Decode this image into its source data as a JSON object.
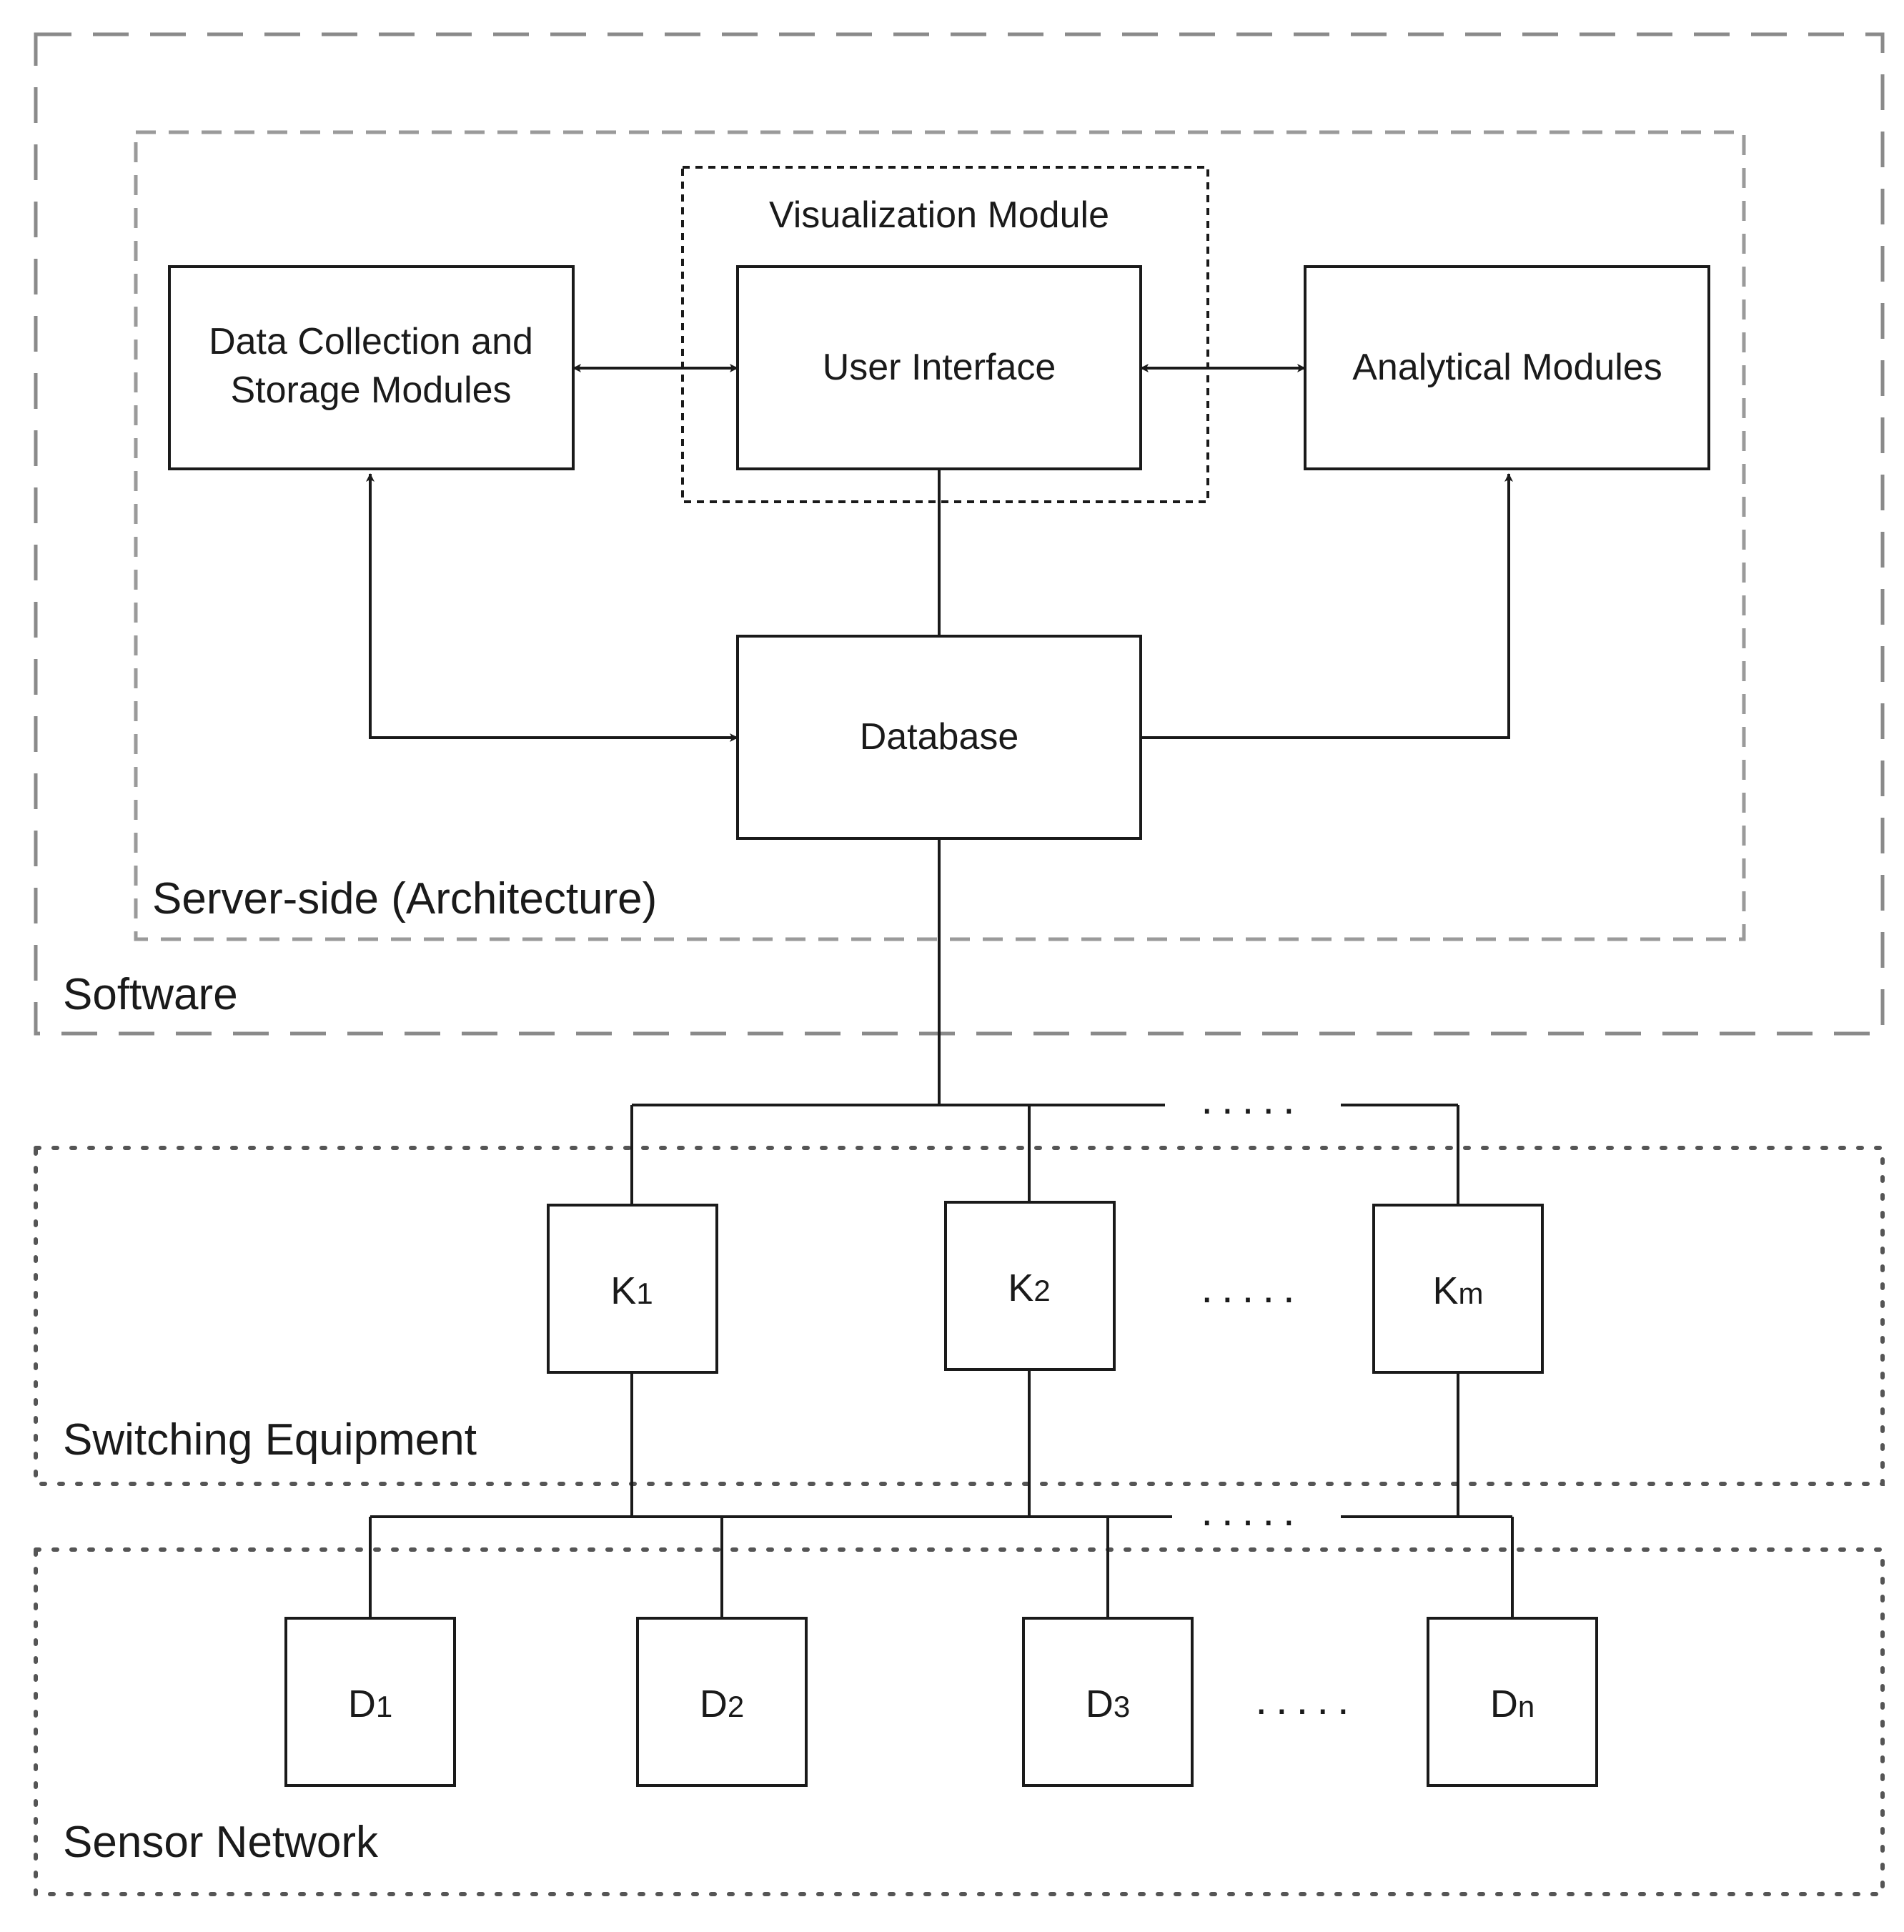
{
  "groups": {
    "software": "Software",
    "server_side": "Server-side (Architecture)",
    "visualization": "Visualization Module",
    "switching": "Switching Equipment",
    "sensor": "Sensor Network"
  },
  "boxes": {
    "data_collection_line1": "Data Collection and",
    "data_collection_line2": "Storage Modules",
    "user_interface": "User Interface",
    "analytical": "Analytical Modules",
    "database": "Database"
  },
  "switches": [
    {
      "base": "K",
      "sub": "1"
    },
    {
      "base": "K",
      "sub": "2"
    },
    {
      "base": "K",
      "sub": "m"
    }
  ],
  "sensors": [
    {
      "base": "D",
      "sub": "1"
    },
    {
      "base": "D",
      "sub": "2"
    },
    {
      "base": "D",
      "sub": "3"
    },
    {
      "base": "D",
      "sub": "n"
    }
  ],
  "ellipsis": "....."
}
